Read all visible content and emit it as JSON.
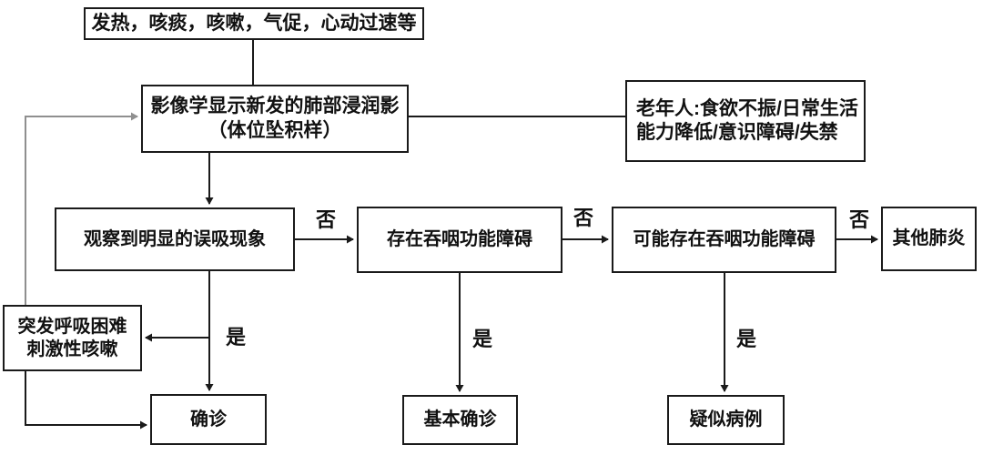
{
  "diagram": {
    "description": "aspiration pneumonia diagnosis flowchart",
    "nodes": {
      "symptoms": {
        "label": "发热，咳痰，咳嗽，气促，心动过速等"
      },
      "imaging": {
        "line1": "影像学显示新发的肺部浸润影",
        "line2": "（体位坠积样）"
      },
      "elderly": {
        "line1": "老年人:食欲不振/日常生活",
        "line2": "能力降低/意识障碍/失禁"
      },
      "aspiration_observed": {
        "label": "观察到明显的误吸现象"
      },
      "dysphagia": {
        "label": "存在吞咽功能障碍"
      },
      "possible_dysphagia": {
        "label": "可能存在吞咽功能障碍"
      },
      "other_pneumonia": {
        "label": "其他肺炎"
      },
      "sudden_dyspnea": {
        "line1": "突发呼吸困难",
        "line2": "刺激性咳嗽"
      },
      "confirmed": {
        "label": "确诊"
      },
      "basic_confirmed": {
        "label": "基本确诊"
      },
      "suspected_case": {
        "label": "疑似病例"
      }
    },
    "edge_labels": {
      "aspiration_no": "否",
      "dysphagia_no": "否",
      "possible_no": "否",
      "aspiration_yes": "是",
      "dysphagia_yes": "是",
      "possible_yes": "是"
    },
    "colors": {
      "background": "#ffffff",
      "line": "#1a1a1a",
      "feedback_line": "#8f8f8f",
      "box_border": "#1a1a1a",
      "box_fill": "#ffffff",
      "text": "#111111"
    }
  }
}
